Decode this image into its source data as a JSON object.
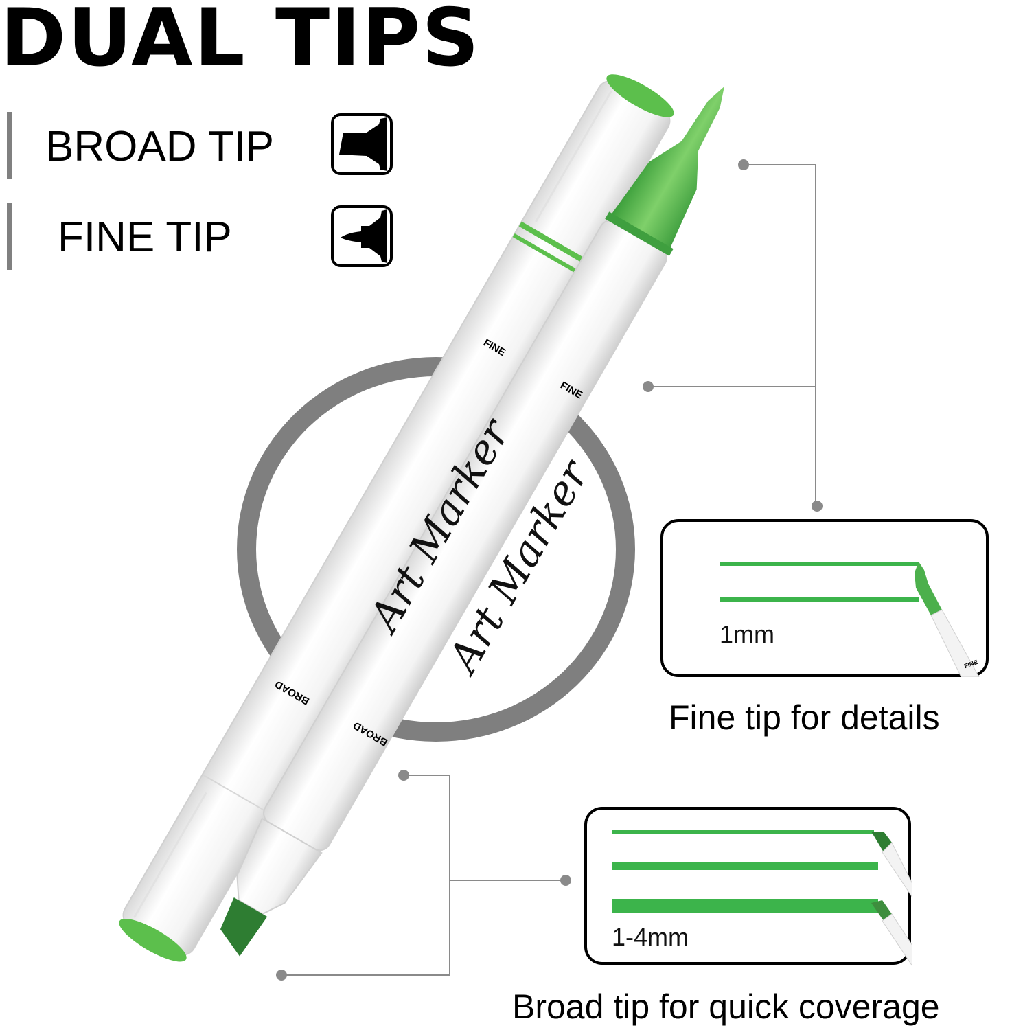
{
  "header": {
    "title": "DUAL TIPS"
  },
  "legend": {
    "items": [
      {
        "label": "BROAD TIP",
        "icon": "broad-tip-icon"
      },
      {
        "label": "FINE TIP",
        "icon": "fine-tip-icon"
      }
    ]
  },
  "markers": [
    {
      "brand_text": "Art Marker",
      "fine_label": "FINE",
      "broad_label": "BROAD",
      "cap_color": "#5cbf4c"
    },
    {
      "brand_text": "Art Marker",
      "fine_label": "FINE",
      "broad_label": "BROAD",
      "tip_color": "#3aa33a"
    }
  ],
  "callouts": {
    "fine": {
      "size": "1mm",
      "caption": "Fine tip for details",
      "pen_label": "FINE"
    },
    "broad": {
      "size": "1-4mm",
      "caption": "Broad tip for quick coverage"
    }
  },
  "colors": {
    "accent_green": "#3cb44b",
    "dark_green": "#2e7d32",
    "ring_gray": "#7f7f7f",
    "legend_bar_gray": "#808080",
    "connector_gray": "#8a8a8a"
  }
}
